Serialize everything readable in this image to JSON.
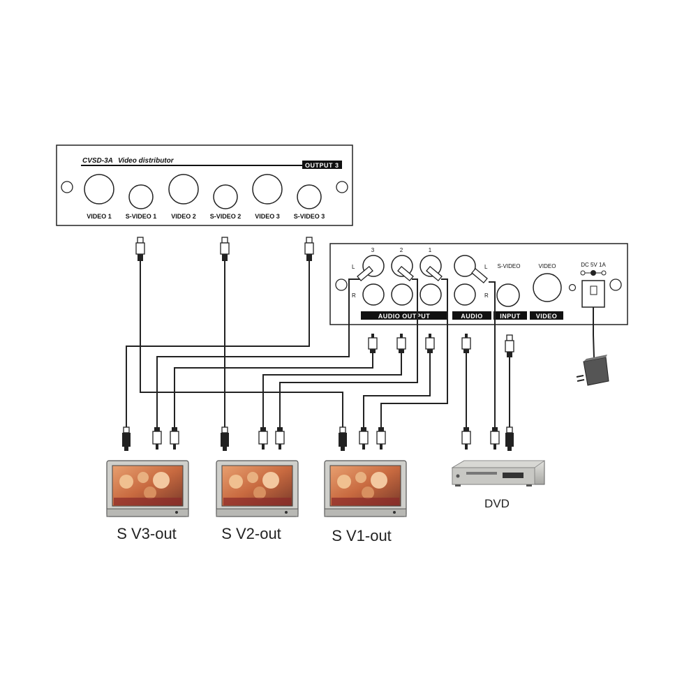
{
  "front_panel": {
    "model": "CVSD-3A",
    "title": "Video distributor",
    "output_badge": "OUTPUT 3",
    "ports": [
      "VIDEO 1",
      "S-VIDEO 1",
      "VIDEO 2",
      "S-VIDEO 2",
      "VIDEO 3",
      "S-VIDEO 3"
    ]
  },
  "rear_panel": {
    "channel_numbers": [
      "3",
      "2",
      "1"
    ],
    "left_label": "L",
    "right_label": "R",
    "input_left_label": "L",
    "input_right_label": "R",
    "svideo_label": "S-VIDEO",
    "video_label": "VIDEO",
    "power_label": "DC 5V 1A",
    "bars": {
      "audio_output": "AUDIO OUTPUT",
      "audio": "AUDIO",
      "input": "INPUT",
      "video": "VIDEO"
    }
  },
  "captions": {
    "tv1": "S V3-out",
    "tv2": "S V2-out",
    "tv3": "S V1-out",
    "dvd": "DVD"
  },
  "icons": [
    "tv-icon",
    "dvd-player-icon",
    "power-adapter-icon",
    "svideo-plug-icon",
    "rca-plug-icon"
  ]
}
